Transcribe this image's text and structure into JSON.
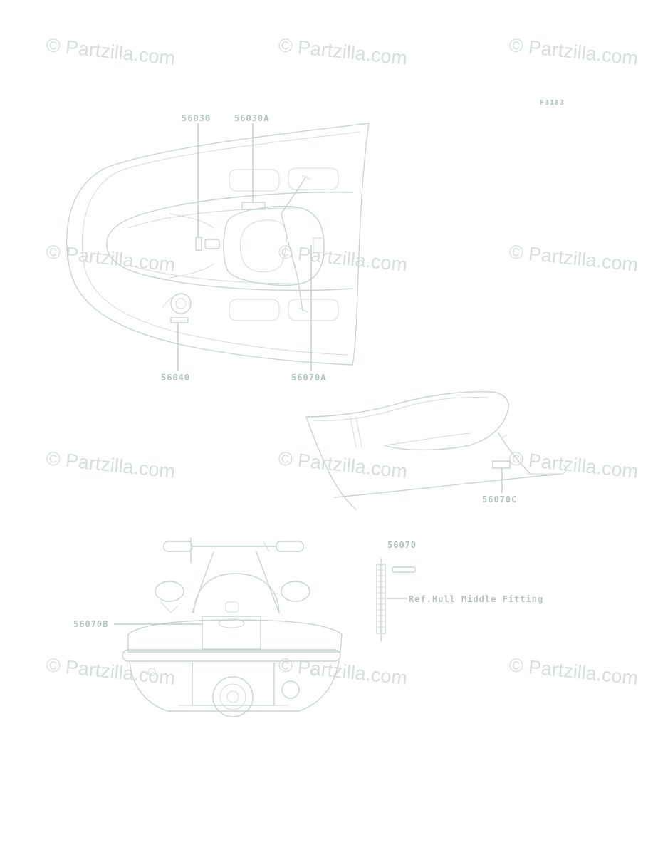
{
  "figure_code": "F3183",
  "watermark": {
    "symbol": "©",
    "text": "Partzilla.com",
    "color": "#d7dede"
  },
  "part_labels": {
    "p56030": "56030",
    "p56030A": "56030A",
    "p56040": "56040",
    "p56070A": "56070A",
    "p56070C": "56070C",
    "p56070": "56070",
    "p56070B": "56070B"
  },
  "reference_note": "Ref.Hull Middle Fitting",
  "colors": {
    "line_art": "#c9d6d0",
    "label": "#b4c2bc",
    "background": "#ffffff"
  }
}
